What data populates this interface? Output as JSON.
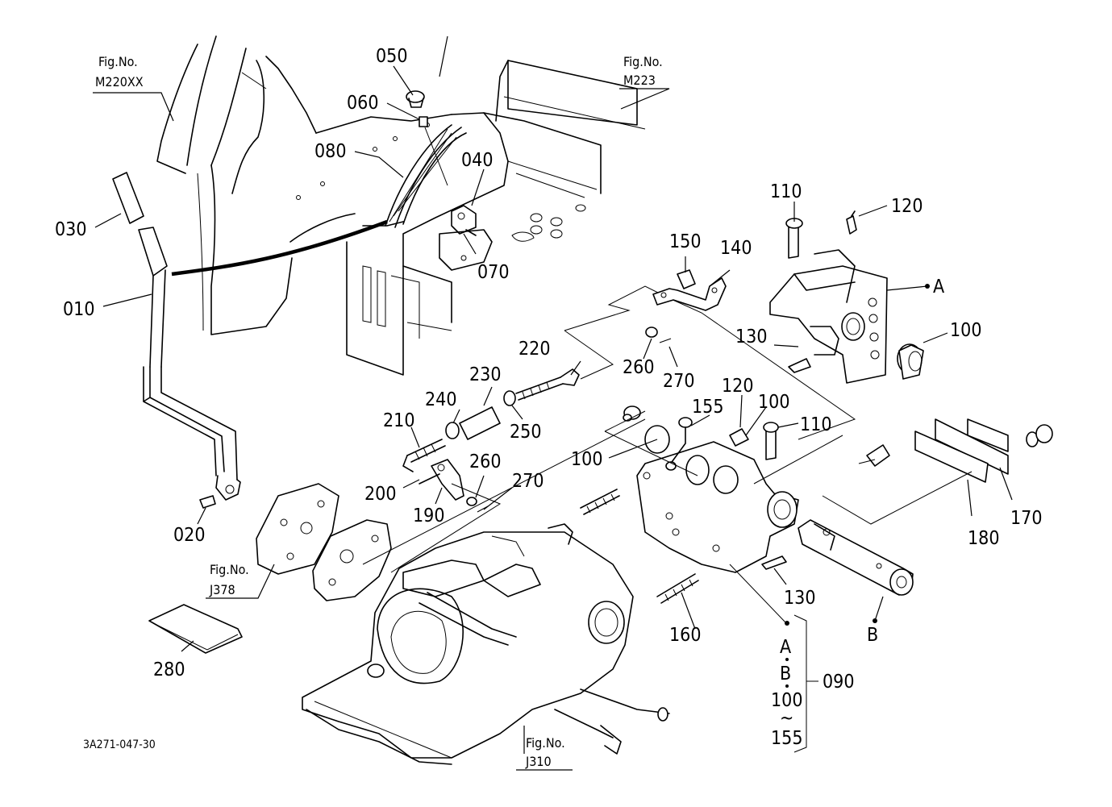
{
  "drawing_code": "3A271-047-30",
  "figure_refs": [
    {
      "fig": "Fig.No.",
      "code": "M220XX"
    },
    {
      "fig": "Fig.No.",
      "code": "M223"
    },
    {
      "fig": "Fig.No.",
      "code": "J378"
    },
    {
      "fig": "Fig.No.",
      "code": "J310"
    }
  ],
  "callouts": [
    "050",
    "060",
    "080",
    "040",
    "070",
    "030",
    "010",
    "020",
    "110",
    "120",
    "150",
    "140",
    "A",
    "130",
    "100",
    "260",
    "270",
    "220",
    "230",
    "240",
    "250",
    "210",
    "200",
    "190",
    "260",
    "270",
    "155",
    "120",
    "100",
    "110",
    "100",
    "170",
    "180",
    "130",
    "B",
    "160",
    "280"
  ],
  "set_note": {
    "line1": "A",
    "line2": "B",
    "line3": "100",
    "tilde": "~",
    "line4": "155",
    "part": "090"
  }
}
